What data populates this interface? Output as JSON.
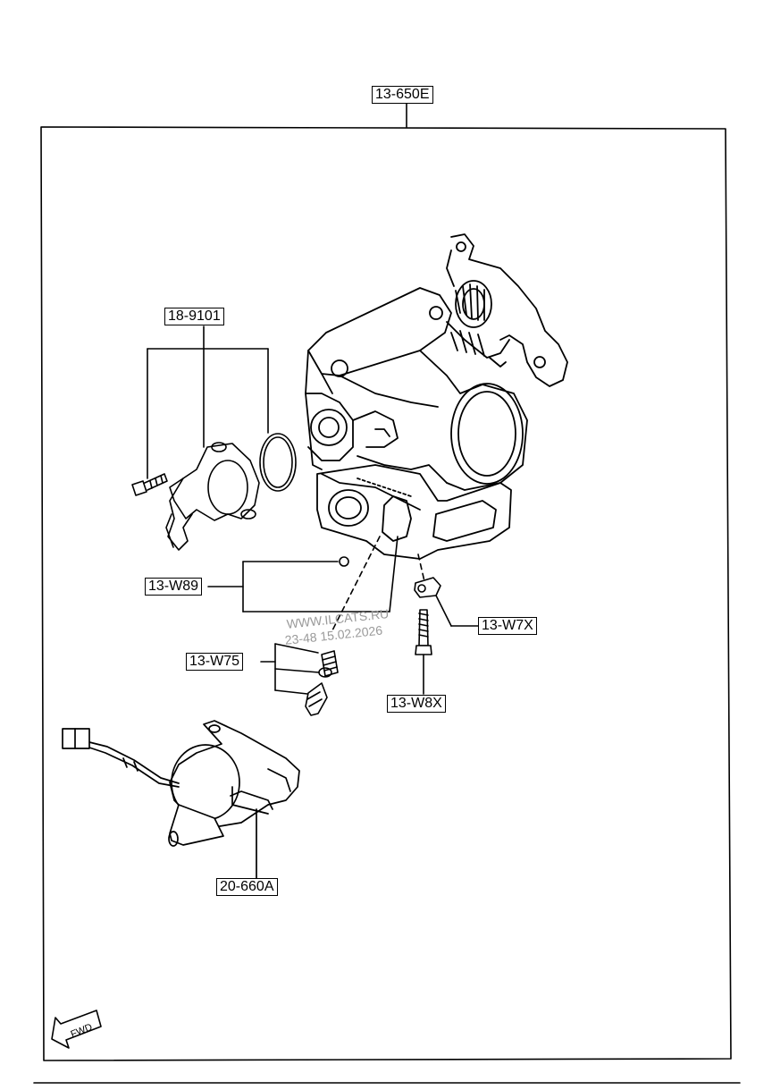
{
  "callouts": {
    "assembly": "13-650E",
    "tps": "18-9101",
    "gasket": "13-W89",
    "w7x": "13-W7X",
    "w75": "13-W75",
    "w8x": "13-W8X",
    "actuator": "20-660A"
  },
  "direction_arrow": {
    "label": "FWD"
  },
  "watermark": {
    "site": "WWW.ILCATS.RU",
    "stamp": "23-48 15.02.2026"
  }
}
